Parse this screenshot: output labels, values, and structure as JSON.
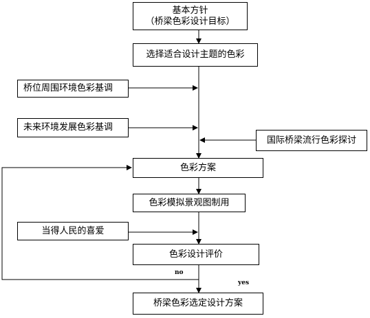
{
  "boxes": {
    "policy_title": "基本方针",
    "policy_subtitle": "（桥梁色彩设计目标）",
    "theme": "选择适合设计主题的色彩",
    "surroundings": "桥位周围环境色彩基调",
    "future_env": "未来环境发展色彩基调",
    "international": "国际桥梁流行色彩探讨",
    "scheme": "色彩方案",
    "simulation": "色彩模拟景观图制用",
    "public": "当得人民的喜爱",
    "evaluation": "色彩设计评价",
    "final": "桥梁色彩选定设计方案"
  },
  "labels": {
    "no": "no",
    "yes": "yes"
  }
}
